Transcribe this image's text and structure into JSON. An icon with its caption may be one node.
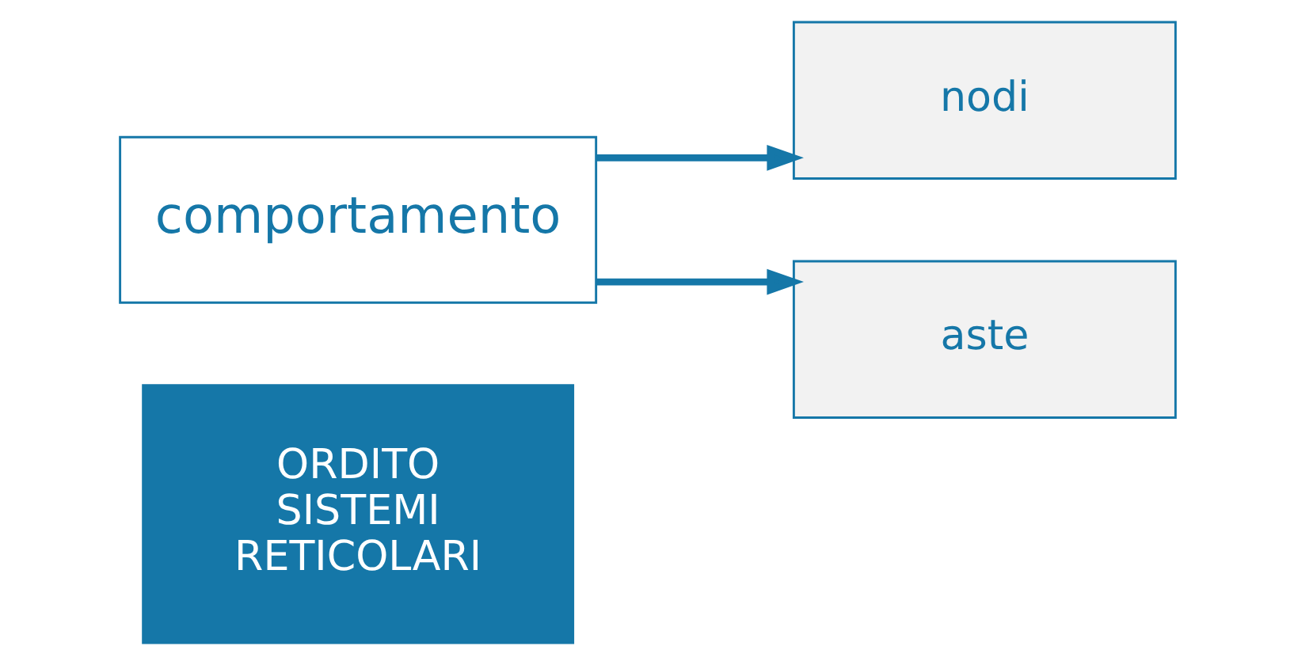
{
  "diagram": {
    "nodes": [
      {
        "text": [
          "ORDITO SISTEMI RETICOLARI"
        ]
      },
      {
        "text": [
          "comportamento"
        ]
      },
      {
        "text": [
          "nodi"
        ]
      },
      {
        "text": [
          "aste"
        ]
      }
    ],
    "edges": [
      {
        "from": 1,
        "to": 2,
        "arrow": "to"
      },
      {
        "from": 1,
        "to": 3,
        "arrow": "to"
      }
    ]
  }
}
